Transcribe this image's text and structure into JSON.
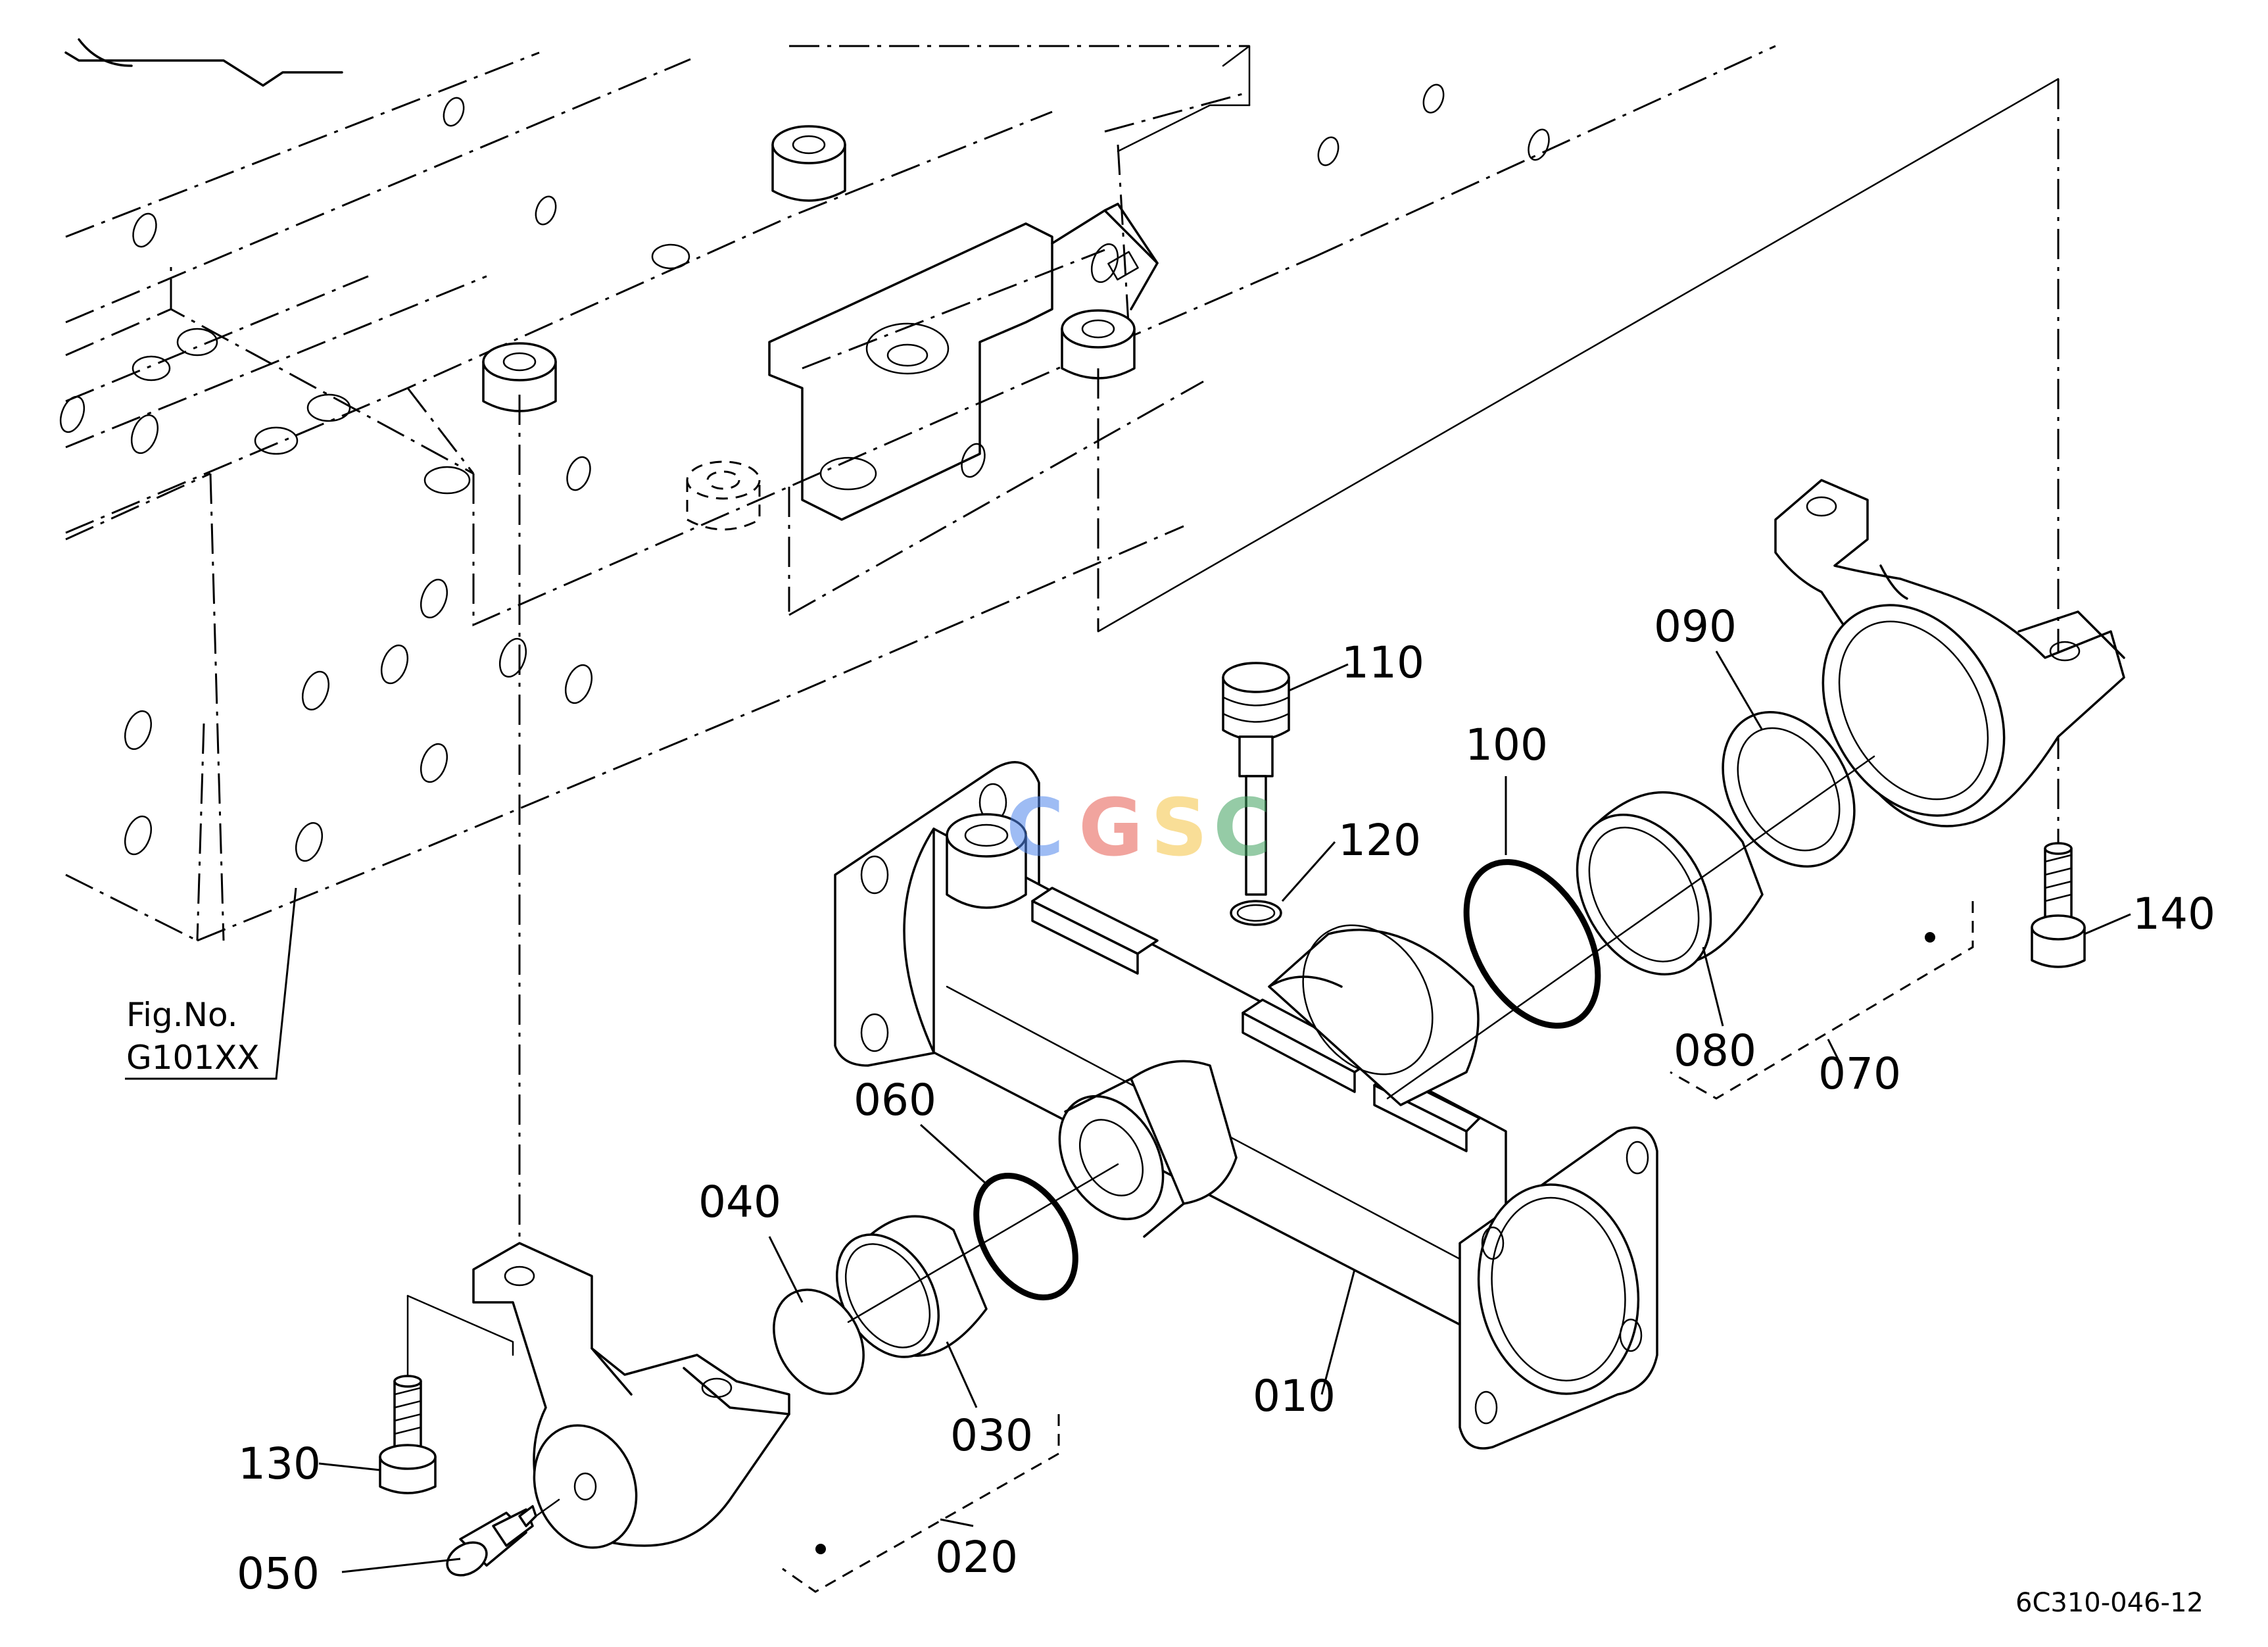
{
  "diagram": {
    "drawing_code": "6C310-046-12",
    "reference": {
      "line1": "Fig.No.",
      "line2": "G101XX"
    },
    "watermark": {
      "letters": [
        "C",
        "G",
        "S",
        "C"
      ],
      "colors": [
        "#4f86ec",
        "#e65a4f",
        "#f5c443",
        "#3fa15f"
      ]
    },
    "callouts": {
      "p010": "010",
      "p020": "020",
      "p030": "030",
      "p040": "040",
      "p050": "050",
      "p060": "060",
      "p070": "070",
      "p080": "080",
      "p090": "090",
      "p100": "100",
      "p110": "110",
      "p120": "120",
      "p130": "130",
      "p140": "140"
    }
  }
}
